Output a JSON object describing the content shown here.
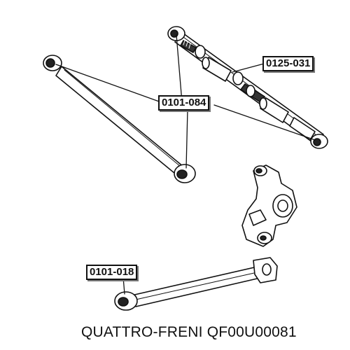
{
  "labels": {
    "part_0125_031": "0125-031",
    "part_0101_084": "0101-084",
    "part_0101_018": "0101-018"
  },
  "footer": {
    "brand_text": "QUATTRO-FRENI QF00U00081"
  }
}
